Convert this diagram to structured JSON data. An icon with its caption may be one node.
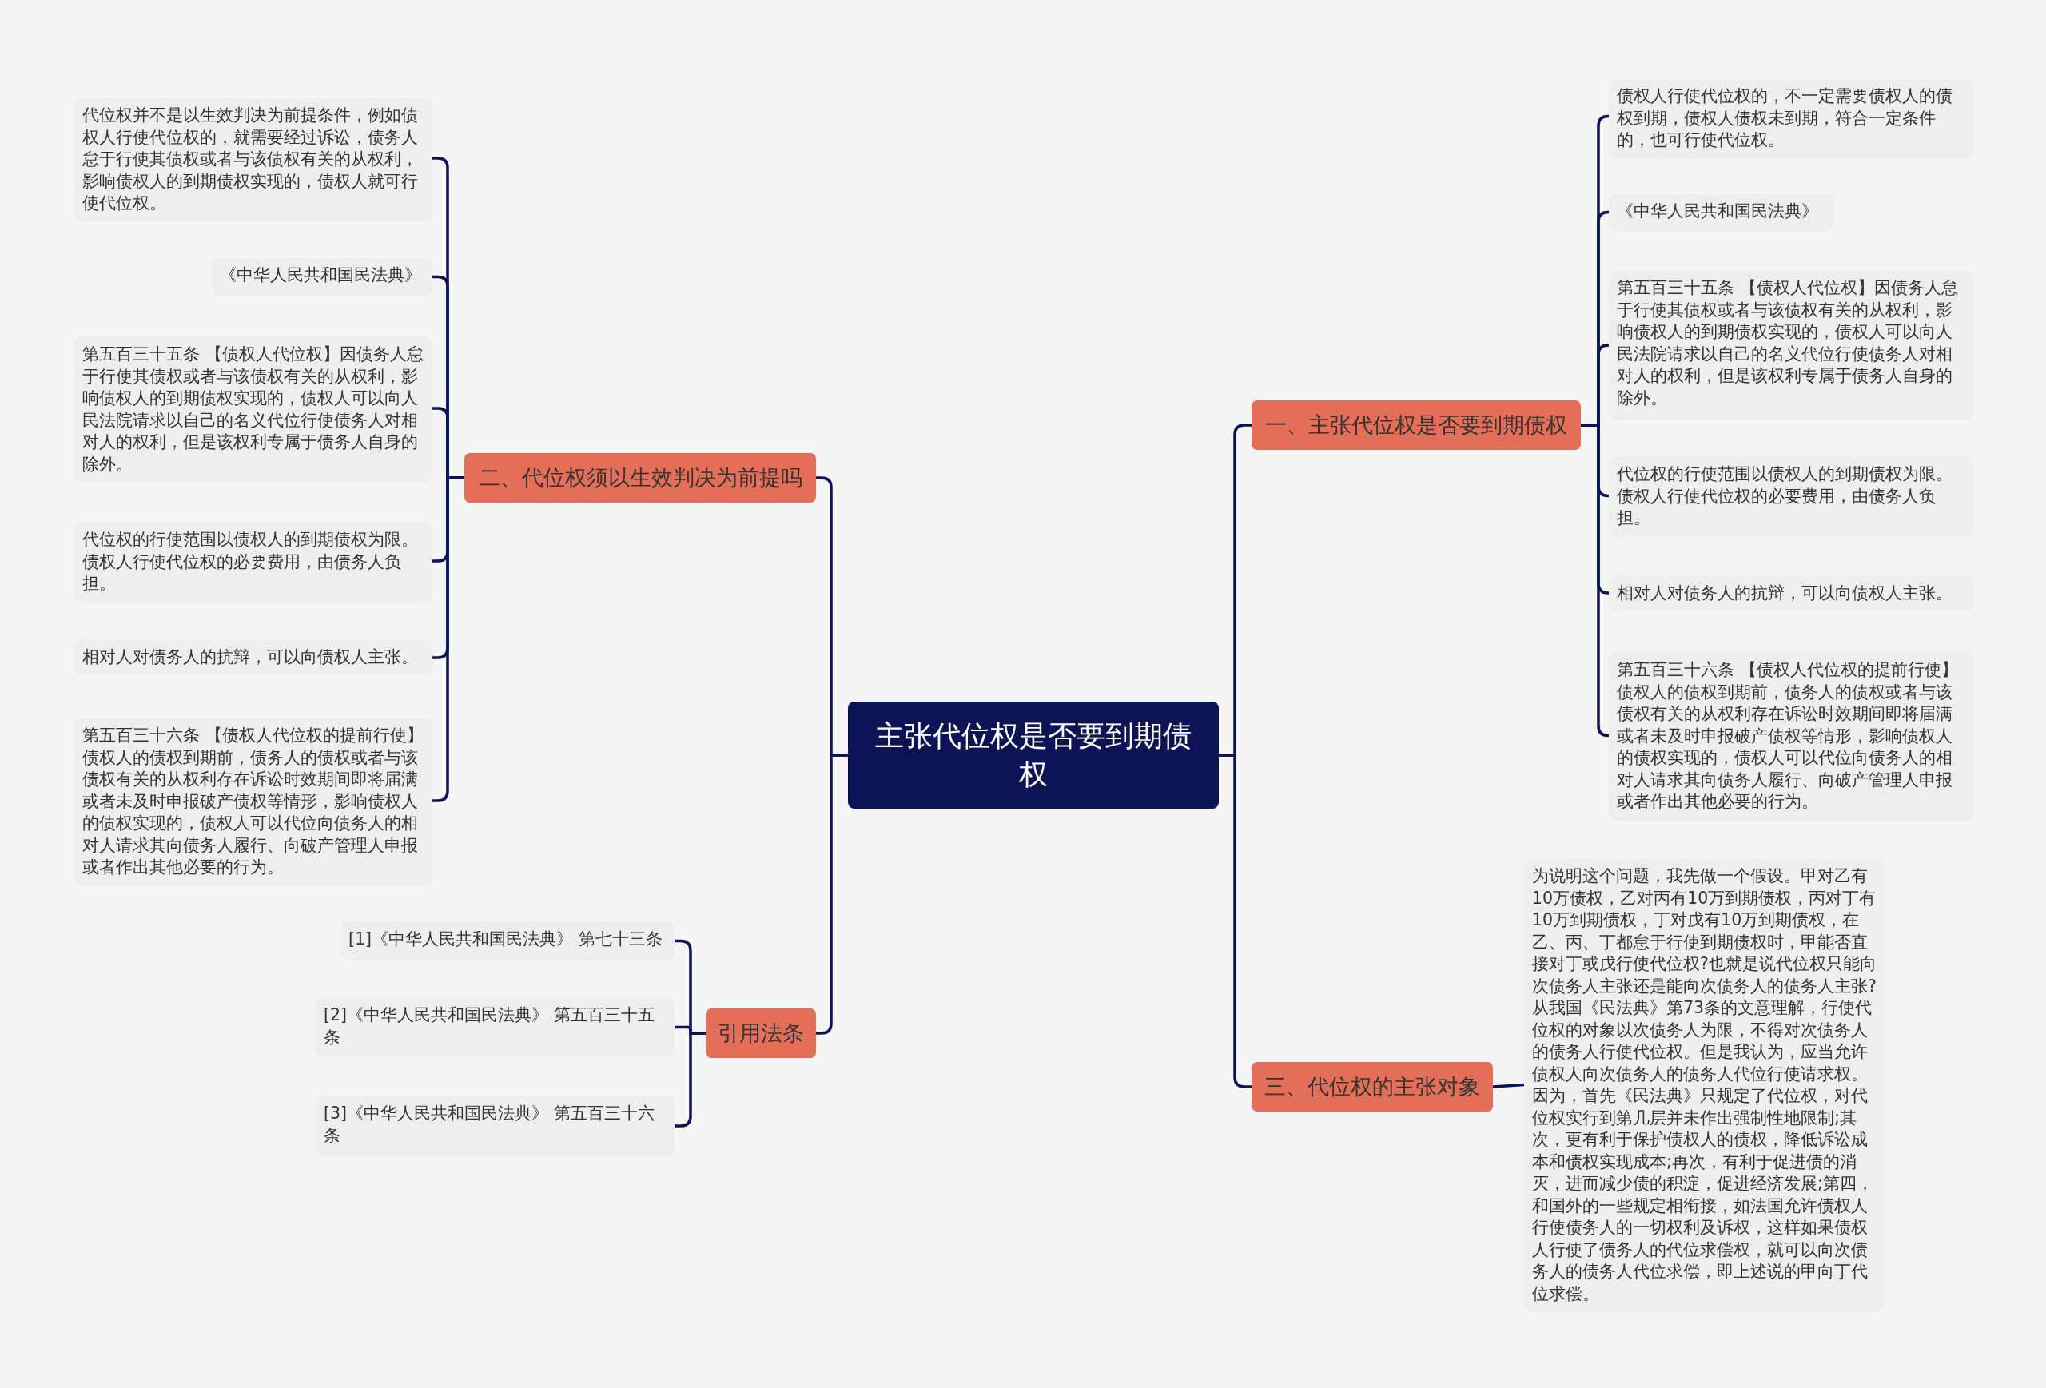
{
  "diagram": {
    "nodes": [
      {
        "text": [
          "主张代位权是否要到期债权"
        ]
      },
      {
        "text": [
          "一、主张代位权是否要到期债权"
        ]
      },
      {
        "text": [
          "债权人行使代位权的，不一定需要债权人的债权到期，债权人债权未到期，符合一定条件的，也可行使代位权。"
        ]
      },
      {
        "text": [
          "《中华人民共和国民法典》"
        ]
      },
      {
        "text": [
          "第五百三十五条 【债权人代位权】因债务人怠于行使其债权或者与该债权有关的从权利，影响债权人的到期债权实现的，债权人可以向人民法院请求以自己的名义代位行使债务人对相对人的权利，但是该权利专属于债务人自身的除外。"
        ]
      },
      {
        "text": [
          "代位权的行使范围以债权人的到期债权为限。债权人行使代位权的必要费用，由债务人负担。"
        ]
      },
      {
        "text": [
          "相对人对债务人的抗辩，可以向债权人主张。"
        ]
      },
      {
        "text": [
          "第五百三十六条 【债权人代位权的提前行使】债权人的债权到期前，债务人的债权或者与该债权有关的从权利存在诉讼时效期间即将届满或者未及时申报破产债权等情形，影响债权人的债权实现的，债权人可以代位向债务人的相对人请求其向债务人履行、向破产管理人申报或者作出其他必要的行为。"
        ]
      },
      {
        "text": [
          "二、代位权须以生效判决为前提吗"
        ]
      },
      {
        "text": [
          "代位权并不是以生效判决为前提条件，例如债权人行使代位权的，就需要经过诉讼，债务人怠于行使其债权或者与该债权有关的从权利，影响债权人的到期债权实现的，债权人就可行使代位权。"
        ]
      },
      {
        "text": [
          "《中华人民共和国民法典》"
        ]
      },
      {
        "text": [
          "第五百三十五条 【债权人代位权】因债务人怠于行使其债权或者与该债权有关的从权利，影响债权人的到期债权实现的，债权人可以向人民法院请求以自己的名义代位行使债务人对相对人的权利，但是该权利专属于债务人自身的除外。"
        ]
      },
      {
        "text": [
          "代位权的行使范围以债权人的到期债权为限。债权人行使代位权的必要费用，由债务人负担。"
        ]
      },
      {
        "text": [
          "相对人对债务人的抗辩，可以向债权人主张。"
        ]
      },
      {
        "text": [
          "第五百三十六条 【债权人代位权的提前行使】债权人的债权到期前，债务人的债权或者与该债权有关的从权利存在诉讼时效期间即将届满或者未及时申报破产债权等情形，影响债权人的债权实现的，债权人可以代位向债务人的相对人请求其向债务人履行、向破产管理人申报或者作出其他必要的行为。"
        ]
      },
      {
        "text": [
          "三、代位权的主张对象"
        ]
      },
      {
        "text": [
          "为说明这个问题，我先做一个假设。甲对乙有10万债权，乙对丙有10万到期债权，丙对丁有10万到期债权，丁对戊有10万到期债权，在乙、丙、丁都怠于行使到期债权时，甲能否直接对丁或戊行使代位权?也就是说代位权只能向次债务人主张还是能向次债务人的债务人主张?从我国《民法典》第73条的文意理解，行使代位权的对象以次债务人为限，不得对次债务人的债务人行使代位权。但是我认为，应当允许债权人向次债务人的债务人代位行使请求权。因为，首先《民法典》只规定了代位权，对代位权实行到第几层并未作出强制性地限制;其次，更有利于保护债权人的债权，降低诉讼成本和债权实现成本;再次，有利于促进债的消灭，进而减少债的积淀，促进经济发展;第四，和国外的一些规定相衔接，如法国允许债权人行使债务人的一切权利及诉权，这样如果债权人行使了债务人的代位求偿权，就可以向次债务人的债务人代位求偿，即上述说的甲向丁代位求偿。"
        ]
      },
      {
        "text": [
          "引用法条"
        ]
      },
      {
        "text": [
          "[1]《中华人民共和国民法典》 第七十三条"
        ]
      },
      {
        "text": [
          "[2]《中华人民共和国民法典》 第五百三十五条"
        ]
      },
      {
        "text": [
          "[3]《中华人民共和国民法典》 第五百三十六条"
        ]
      }
    ],
    "edges": [
      {
        "from": 0,
        "to": 1,
        "arrow": "none"
      },
      {
        "from": 1,
        "to": 2,
        "arrow": "none"
      },
      {
        "from": 1,
        "to": 3,
        "arrow": "none"
      },
      {
        "from": 1,
        "to": 4,
        "arrow": "none"
      },
      {
        "from": 1,
        "to": 5,
        "arrow": "none"
      },
      {
        "from": 1,
        "to": 6,
        "arrow": "none"
      },
      {
        "from": 1,
        "to": 7,
        "arrow": "none"
      },
      {
        "from": 0,
        "to": 8,
        "arrow": "none"
      },
      {
        "from": 8,
        "to": 9,
        "arrow": "none"
      },
      {
        "from": 8,
        "to": 10,
        "arrow": "none"
      },
      {
        "from": 8,
        "to": 11,
        "arrow": "none"
      },
      {
        "from": 8,
        "to": 12,
        "arrow": "none"
      },
      {
        "from": 8,
        "to": 13,
        "arrow": "none"
      },
      {
        "from": 8,
        "to": 14,
        "arrow": "none"
      },
      {
        "from": 0,
        "to": 15,
        "arrow": "none"
      },
      {
        "from": 15,
        "to": 16,
        "arrow": "none"
      },
      {
        "from": 0,
        "to": 17,
        "arrow": "none"
      },
      {
        "from": 17,
        "to": 18,
        "arrow": "none"
      },
      {
        "from": 17,
        "to": 19,
        "arrow": "none"
      },
      {
        "from": 17,
        "to": 20,
        "arrow": "none"
      }
    ]
  }
}
